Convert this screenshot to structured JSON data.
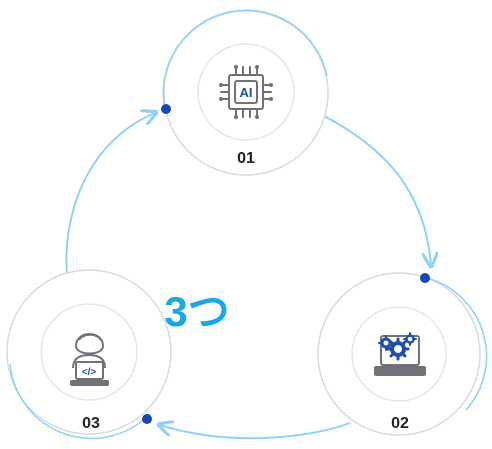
{
  "center_label": "3つ",
  "nodes": [
    {
      "number": "01",
      "icon": "ai-chip-icon",
      "icon_text": "AI"
    },
    {
      "number": "02",
      "icon": "laptop-gears-icon"
    },
    {
      "number": "03",
      "icon": "developer-laptop-icon",
      "icon_text": "</>"
    }
  ],
  "colors": {
    "accent": "#18a8e8",
    "dot": "#1746b5",
    "ring": "#d9dee4",
    "icon_gray": "#6f7378",
    "icon_blue": "#1f4fa8",
    "cycle_line": "#8fd3f4"
  }
}
